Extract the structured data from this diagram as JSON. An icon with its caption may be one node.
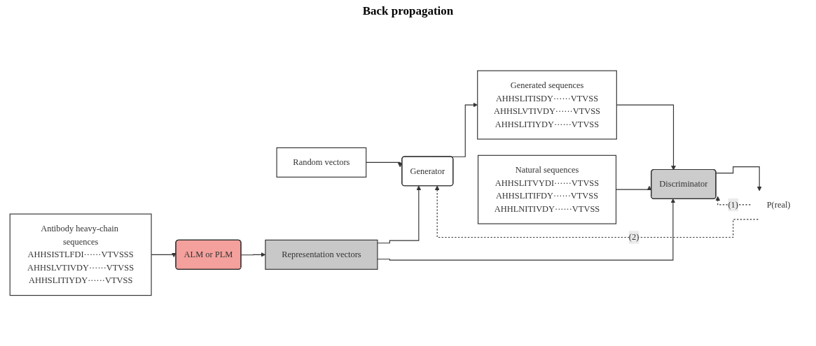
{
  "diagram": {
    "nodes": [
      {
        "text": [
          "Antibody heavy-chain sequences",
          "AHHSISTLFDI······VTVSSS",
          "AHHSLVTIVDY······VTVSS",
          "AHHSLITIYDY······VTVSS"
        ]
      },
      {
        "text": [
          "ALM or PLM"
        ]
      },
      {
        "text": [
          "Random vectors"
        ]
      },
      {
        "text": [
          "Representation vectors"
        ]
      },
      {
        "text": [
          "Generator"
        ]
      },
      {
        "text": [
          "Generated sequences",
          "AHHSLITISDY······VTVSS",
          "AHHSLVTIVDY······VTVSS",
          "AHHSLITIYDY······VTVSS"
        ]
      },
      {
        "text": [
          "Natural sequences",
          "AHHSLITVYDI······VTVSS",
          "AHHSLITIFDY······VTVSS",
          "AHHLNITIVDY······VTVSS"
        ]
      },
      {
        "text": [
          "Discriminator"
        ]
      },
      {
        "text": [
          "P(real)"
        ]
      }
    ],
    "edges": [
      {
        "from": 0,
        "to": 1,
        "arrow": "to"
      },
      {
        "from": 1,
        "to": 3,
        "arrow": "to"
      },
      {
        "from": 2,
        "to": 4,
        "arrow": "to"
      },
      {
        "from": 3,
        "to": 4,
        "arrow": "to"
      },
      {
        "from": 3,
        "to": 7,
        "arrow": "to"
      },
      {
        "from": 4,
        "to": 5,
        "arrow": "to"
      },
      {
        "from": 5,
        "to": 7,
        "arrow": "to"
      },
      {
        "from": 6,
        "to": 7,
        "arrow": "to"
      },
      {
        "from": 7,
        "to": 8,
        "arrow": "to"
      },
      {
        "from": 8,
        "to": 4,
        "arrow": "to",
        "label": "(2)",
        "style": "dashed"
      },
      {
        "from": 8,
        "to": 7,
        "arrow": "to",
        "label": "(1)",
        "style": "dashed"
      }
    ],
    "labels": [
      "Back propagation"
    ]
  }
}
